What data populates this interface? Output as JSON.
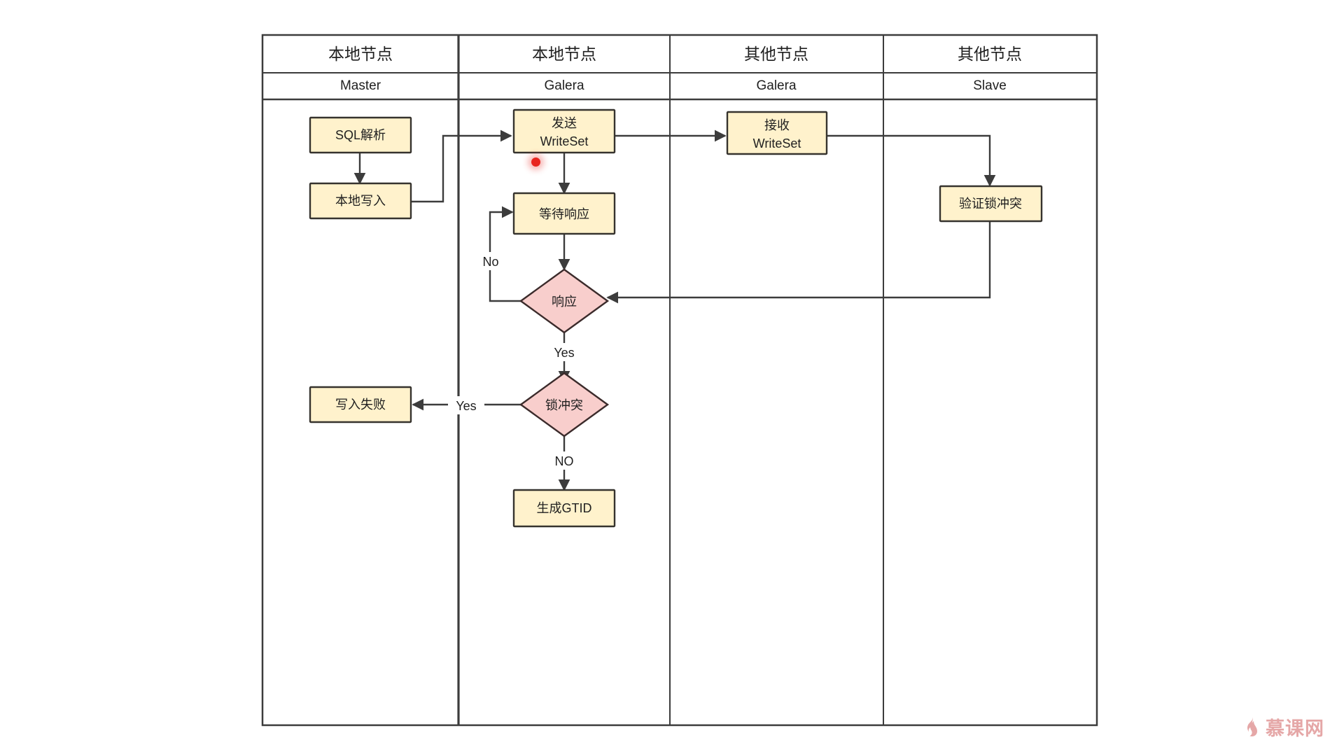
{
  "diagram": {
    "type": "swimlane-flowchart",
    "colors": {
      "process_fill": "#fff2cc",
      "process_stroke": "#36332e",
      "decision_fill": "#f8cecc",
      "decision_stroke": "#3b2b2b",
      "lane_stroke": "#3c3c3c",
      "edge_stroke": "#3c3c3c",
      "cursor": "#e8251f",
      "watermark": "#e09494"
    },
    "lanes": [
      {
        "title": "本地节点",
        "subtitle": "Master"
      },
      {
        "title": "本地节点",
        "subtitle": "Galera"
      },
      {
        "title": "其他节点",
        "subtitle": "Galera"
      },
      {
        "title": "其他节点",
        "subtitle": "Slave"
      }
    ],
    "nodes": [
      {
        "id": "sql",
        "lane": 0,
        "shape": "process",
        "lines": [
          "SQL解析"
        ]
      },
      {
        "id": "localw",
        "lane": 0,
        "shape": "process",
        "lines": [
          "本地写入"
        ]
      },
      {
        "id": "fail",
        "lane": 0,
        "shape": "process",
        "lines": [
          "写入失败"
        ]
      },
      {
        "id": "send",
        "lane": 1,
        "shape": "process",
        "lines": [
          "发送",
          "WriteSet"
        ]
      },
      {
        "id": "wait",
        "lane": 1,
        "shape": "process",
        "lines": [
          "等待响应"
        ]
      },
      {
        "id": "resp",
        "lane": 1,
        "shape": "decision",
        "lines": [
          "响应"
        ]
      },
      {
        "id": "lock",
        "lane": 1,
        "shape": "decision",
        "lines": [
          "锁冲突"
        ]
      },
      {
        "id": "gtid",
        "lane": 1,
        "shape": "process",
        "lines": [
          "生成GTID"
        ]
      },
      {
        "id": "recv",
        "lane": 2,
        "shape": "process",
        "lines": [
          "接收",
          "WriteSet"
        ]
      },
      {
        "id": "verify",
        "lane": 3,
        "shape": "process",
        "lines": [
          "验证锁冲突"
        ]
      }
    ],
    "edge_labels": {
      "no_loop": "No",
      "resp_yes": "Yes",
      "lock_yes": "Yes",
      "lock_no": "NO"
    }
  },
  "watermark": {
    "text": "慕课网"
  }
}
